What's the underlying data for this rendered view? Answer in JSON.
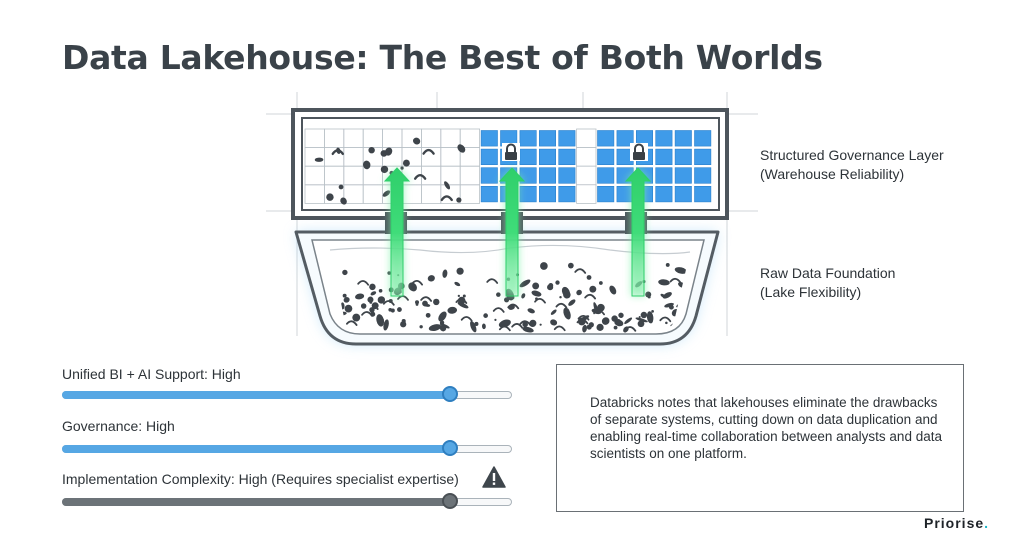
{
  "title": "Data Lakehouse: The Best of Both Worlds",
  "layers": {
    "governance": {
      "line1": "Structured Governance Layer",
      "line2": "(Warehouse Reliability)"
    },
    "raw": {
      "line1": "Raw Data Foundation",
      "line2": "(Lake Flexibility)"
    }
  },
  "metrics": [
    {
      "label": "Unified BI + AI Support: High",
      "level": 0.86,
      "color": "#56a7e4"
    },
    {
      "label": "Governance: High",
      "level": 0.86,
      "color": "#56a7e4"
    },
    {
      "label": "Implementation Complexity: High (Requires specialist expertise)",
      "level": 0.86,
      "color": "#6c7378",
      "warning": true
    }
  ],
  "note": "Databricks notes that lakehouses eliminate the drawbacks of separate systems, cutting down on data duplication and enabling real-time collaboration between analysts and data scientists on one platform.",
  "brand": {
    "name": "Priorise",
    "dot": "."
  },
  "colors": {
    "accent_blue": "#56a7e4",
    "cell_blue": "#3f9be9",
    "arrow_green": "#3ee07a",
    "dark_gray": "#6c7378",
    "brand_dot": "#1ab5c8"
  },
  "icons": [
    "lock-icon",
    "warning-icon",
    "up-arrow-icon"
  ]
}
